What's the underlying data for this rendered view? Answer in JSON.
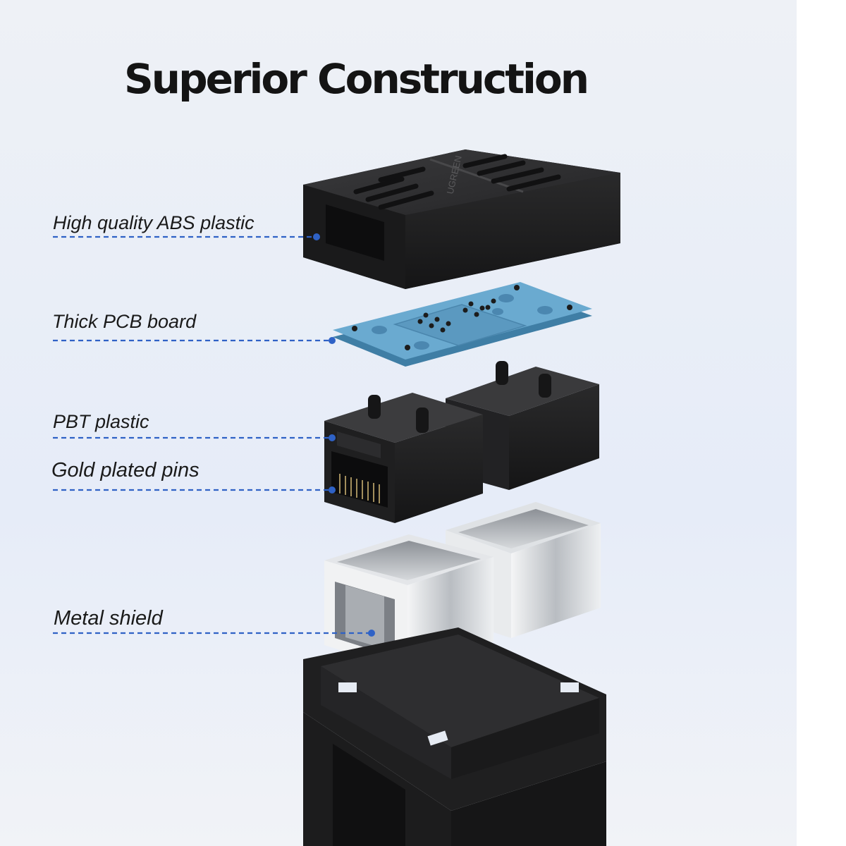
{
  "title": "Superior Construction",
  "brand": "UGREEN",
  "colors": {
    "accent_line": "#2f62c6",
    "black_plastic": "#1e1e1e",
    "pcb_blue": "#5d9cc4",
    "metal": "#c9cdd2"
  },
  "labels": [
    {
      "id": "abs",
      "text": "High quality ABS plastic"
    },
    {
      "id": "pcb",
      "text": "Thick PCB board"
    },
    {
      "id": "pbt",
      "text": "PBT plastic"
    },
    {
      "id": "pins",
      "text": "Gold plated pins"
    },
    {
      "id": "shield",
      "text": "Metal shield"
    }
  ]
}
